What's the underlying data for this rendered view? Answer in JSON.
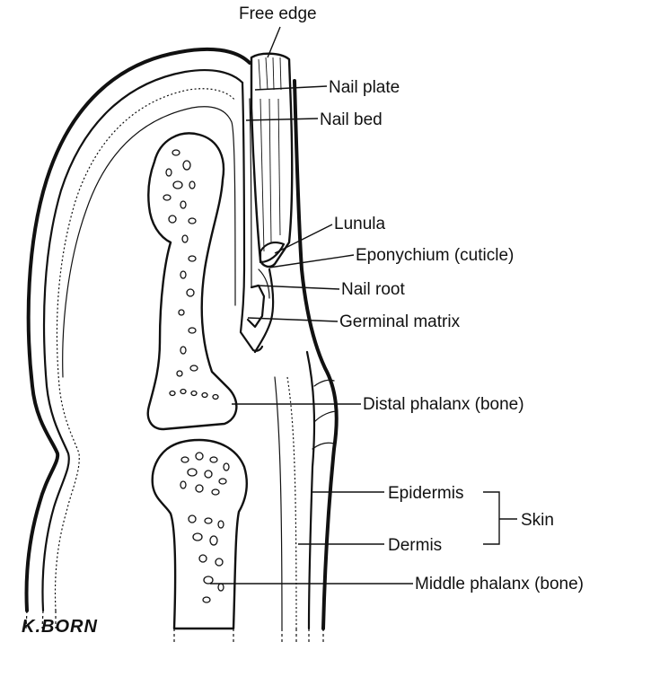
{
  "labels": {
    "free_edge": "Free edge",
    "nail_plate": "Nail plate",
    "nail_bed": "Nail bed",
    "lunula": "Lunula",
    "eponychium": "Eponychium (cuticle)",
    "nail_root": "Nail root",
    "germinal_matrix": "Germinal matrix",
    "distal_phalanx": "Distal phalanx (bone)",
    "epidermis": "Epidermis",
    "dermis": "Dermis",
    "skin": "Skin",
    "middle_phalanx": "Middle phalanx (bone)"
  },
  "signature": "K.BORN"
}
